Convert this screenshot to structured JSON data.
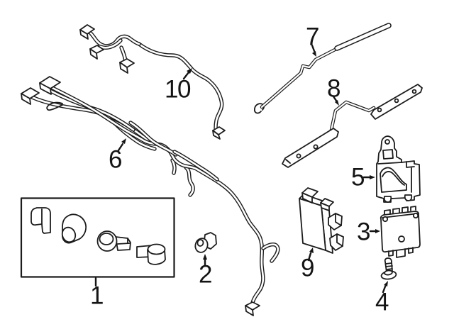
{
  "diagram": {
    "background": "#ffffff",
    "line_color": "#1c1c1c",
    "text_color": "#141414",
    "callouts": [
      {
        "number": "1"
      },
      {
        "number": "2"
      },
      {
        "number": "3"
      },
      {
        "number": "4"
      },
      {
        "number": "5"
      },
      {
        "number": "6"
      },
      {
        "number": "7"
      },
      {
        "number": "8"
      },
      {
        "number": "9"
      },
      {
        "number": "10"
      }
    ]
  }
}
